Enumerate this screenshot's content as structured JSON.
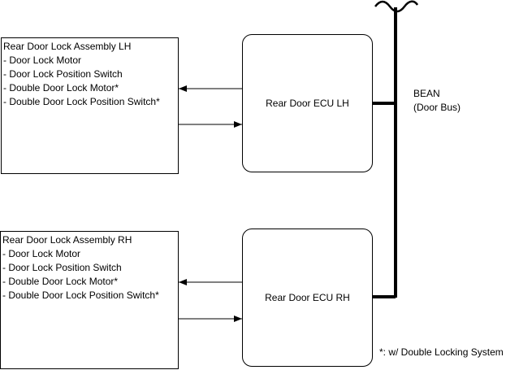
{
  "assemblies": {
    "lh": {
      "title": "Rear Door Lock Assembly LH",
      "items": [
        "- Door Lock Motor",
        "- Door Lock Position Switch",
        "- Double Door Lock Motor*",
        "- Double Door Lock Position Switch*"
      ]
    },
    "rh": {
      "title": "Rear Door Lock Assembly RH",
      "items": [
        "- Door Lock Motor",
        "- Door Lock Position Switch",
        "- Double Door Lock Motor*",
        "- Double Door Lock Position Switch*"
      ]
    }
  },
  "ecus": {
    "lh": "Rear Door ECU LH",
    "rh": "Rear Door ECU RH"
  },
  "bus": {
    "name": "BEAN",
    "subtitle": "(Door Bus)"
  },
  "footnote": "*: w/ Double Locking System"
}
